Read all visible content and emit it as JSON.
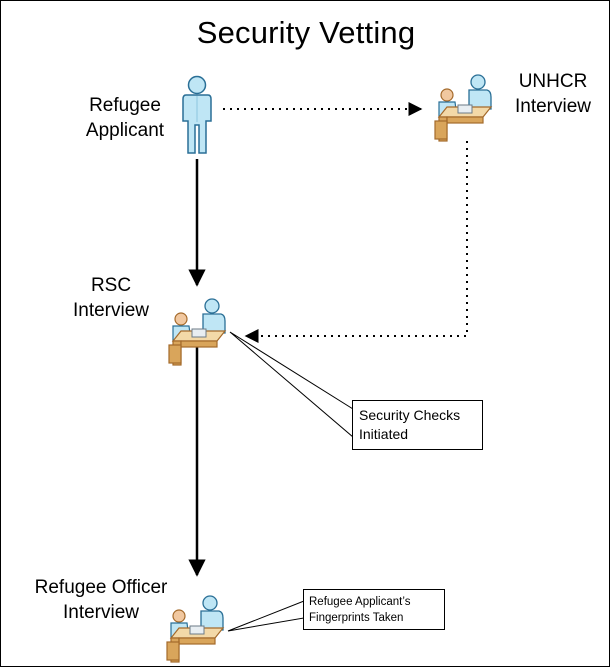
{
  "title": "Security Vetting",
  "nodes": {
    "refugee_applicant": {
      "line1": "Refugee",
      "line2": "Applicant",
      "icon": "person-icon"
    },
    "unhcr_interview": {
      "line1": "UNHCR",
      "line2": "Interview",
      "icon": "interview-desk-icon"
    },
    "rsc_interview": {
      "line1": "RSC",
      "line2": "Interview",
      "icon": "interview-desk-icon"
    },
    "refugee_officer_interview": {
      "line1": "Refugee Officer",
      "line2": "Interview",
      "icon": "interview-desk-icon"
    }
  },
  "callouts": {
    "security_checks": {
      "line1": "Security Checks",
      "line2": "Initiated"
    },
    "fingerprints": {
      "line1": "Refugee Applicant’s",
      "line2": "Fingerprints Taken"
    }
  },
  "colors": {
    "person_fill": "#bfe6f5",
    "person_stroke": "#2a6f96",
    "desk_wood": "#d9a55b",
    "desk_dark": "#a46a2b",
    "skin": "#f1c8a0"
  }
}
